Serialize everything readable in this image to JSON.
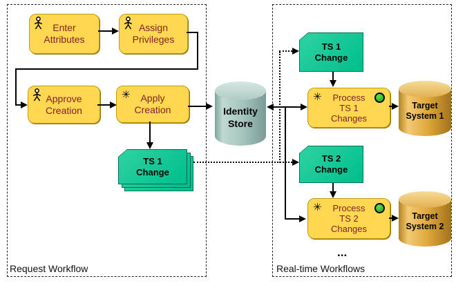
{
  "regions": {
    "request": {
      "label": "Request Workflow"
    },
    "realtime": {
      "label": "Real-time Workflows"
    }
  },
  "nodes": {
    "enter_attributes": {
      "label": "Enter\nAttributes",
      "type": "user-task"
    },
    "assign_privileges": {
      "label": "Assign\nPrivileges",
      "type": "user-task"
    },
    "approve_creation": {
      "label": "Approve\nCreation",
      "type": "user-task"
    },
    "apply_creation": {
      "label": "Apply\nCreation",
      "type": "automated-task"
    },
    "ts1_change_queue": {
      "label": "TS 1\nChange",
      "type": "event-stack"
    },
    "ts1_change": {
      "label": "TS 1\nChange",
      "type": "event"
    },
    "ts2_change": {
      "label": "TS 2\nChange",
      "type": "event"
    },
    "process_ts1": {
      "label": "Process\nTS 1\nChanges",
      "type": "automated-task"
    },
    "process_ts2": {
      "label": "Process\nTS 2\nChanges",
      "type": "automated-task"
    },
    "identity_store": {
      "label": "Identity\nStore",
      "type": "datastore"
    },
    "target_system_1": {
      "label": "Target\nSystem 1",
      "type": "datastore"
    },
    "target_system_2": {
      "label": "Target\nSystem 2",
      "type": "datastore"
    }
  },
  "misc": {
    "ellipsis": "..."
  },
  "icons": {
    "asterisk_glyph": "✳"
  },
  "colors": {
    "task_fill": "#FFD751",
    "task_border": "#C59A12",
    "task_text": "#84222B",
    "event_fill": "#00BE8C",
    "event_border": "#066F52",
    "store_body": "#A5C4BE",
    "target_body": "#E0A83C",
    "status_green": "#18A418",
    "line": "#000000"
  }
}
